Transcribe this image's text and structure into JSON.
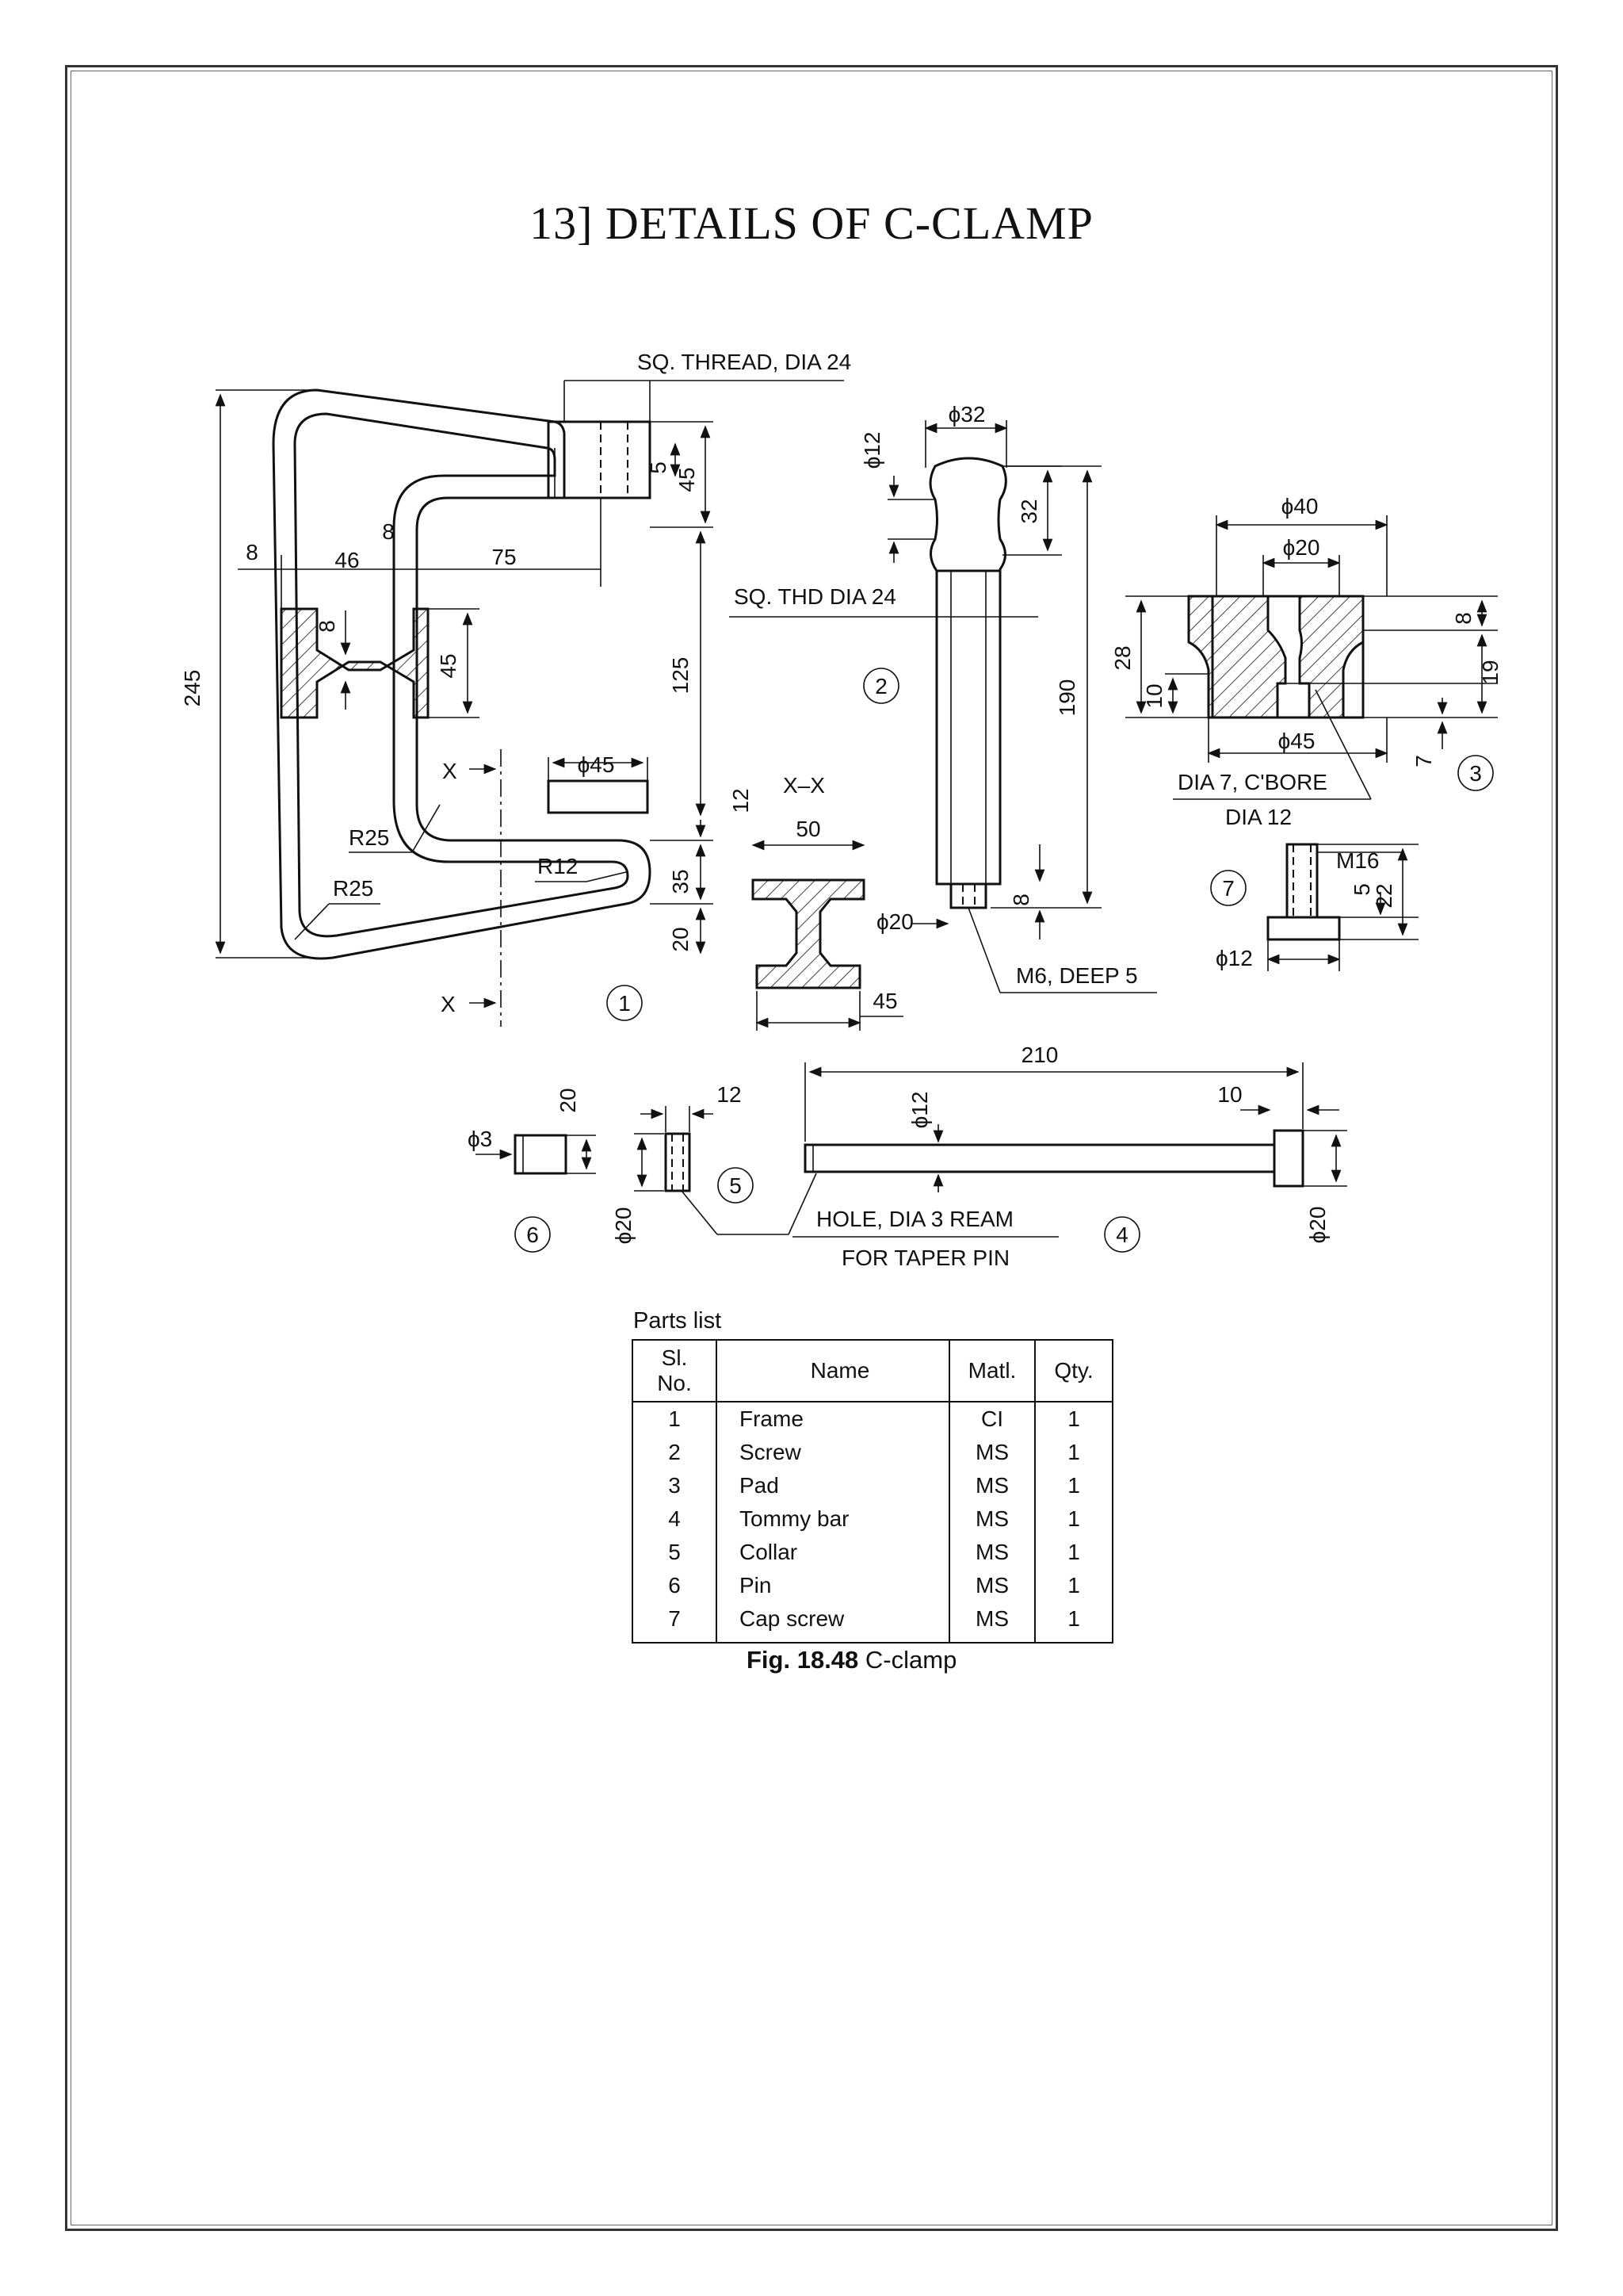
{
  "title": "13] DETAILS OF C-CLAMP",
  "drawing": {
    "frame": {
      "part_number": "1",
      "labels": {
        "thread": "SQ. THREAD, DIA 24",
        "d245": "245",
        "d8a": "8",
        "d46": "46",
        "d8b": "8",
        "d75": "75",
        "d8c": "8",
        "d45v": "45",
        "d125": "125",
        "d45top": "45",
        "d5": "5",
        "phi45": "ϕ45",
        "d12": "12",
        "d35": "35",
        "d20": "20",
        "r25a": "R25",
        "r25b": "R25",
        "r12": "R12",
        "x_top": "X",
        "x_bot": "X"
      }
    },
    "section_xx": {
      "label": "X–X",
      "d50": "50",
      "d45": "45"
    },
    "screw": {
      "part_number": "2",
      "labels": {
        "phi32": "ϕ32",
        "phi12": "ϕ12",
        "d32": "32",
        "thread": "SQ. THD DIA 24",
        "d190": "190",
        "phi20": "ϕ20",
        "d8": "8",
        "m6": "M6, DEEP 5"
      }
    },
    "pad": {
      "part_number": "3",
      "labels": {
        "phi40": "ϕ40",
        "phi20": "ϕ20",
        "d28": "28",
        "d10": "10",
        "d8": "8",
        "d19": "19",
        "phi45": "ϕ45",
        "d7": "7",
        "cbore_1": "DIA 7, C'BORE",
        "cbore_2": "DIA 12"
      }
    },
    "cap_screw": {
      "part_number": "7",
      "labels": {
        "m16": "M16",
        "d5": "5",
        "d22": "22",
        "phi12": "ϕ12"
      }
    },
    "pin": {
      "part_number": "6",
      "labels": {
        "phi3": "ϕ3",
        "d20": "20"
      }
    },
    "collar": {
      "part_number": "5",
      "labels": {
        "d12": "12",
        "phi20": "ϕ20"
      }
    },
    "tommy_bar": {
      "part_number": "4",
      "labels": {
        "d210": "210",
        "d10": "10",
        "phi12": "ϕ12",
        "phi20": "ϕ20",
        "hole_1": "HOLE, DIA 3 REAM",
        "hole_2": "FOR TAPER PIN"
      }
    }
  },
  "parts_list": {
    "caption": "Parts list",
    "headers": [
      "Sl. No.",
      "Name",
      "Matl.",
      "Qty."
    ],
    "rows": [
      [
        "1",
        "Frame",
        "CI",
        "1"
      ],
      [
        "2",
        "Screw",
        "MS",
        "1"
      ],
      [
        "3",
        "Pad",
        "MS",
        "1"
      ],
      [
        "4",
        "Tommy bar",
        "MS",
        "1"
      ],
      [
        "5",
        "Collar",
        "MS",
        "1"
      ],
      [
        "6",
        "Pin",
        "MS",
        "1"
      ],
      [
        "7",
        "Cap screw",
        "MS",
        "1"
      ]
    ]
  },
  "figure_caption": {
    "number": "Fig. 18.48",
    "text": "C-clamp"
  }
}
